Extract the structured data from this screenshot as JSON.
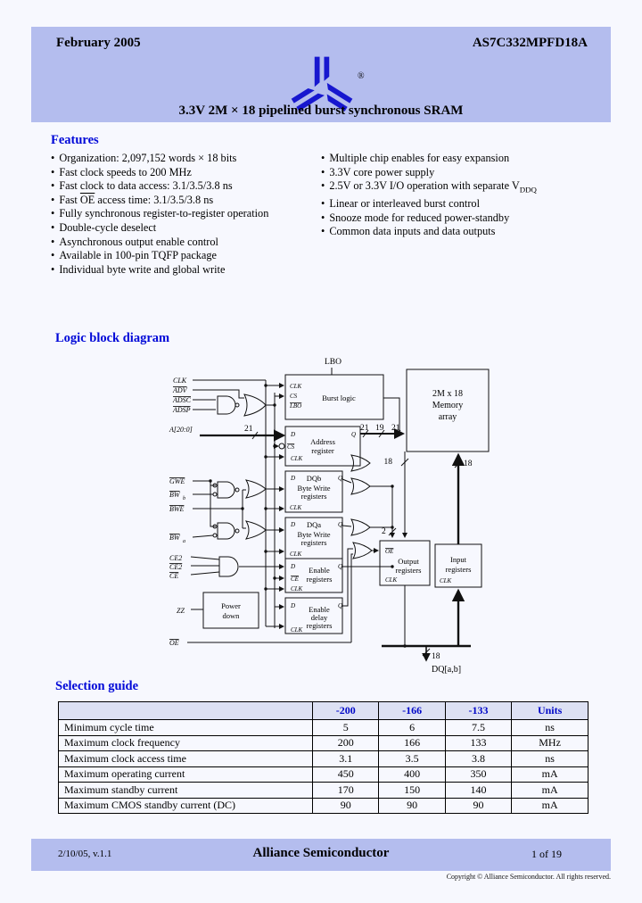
{
  "header": {
    "date": "February 2005",
    "part_number": "AS7C332MPFD18A",
    "reg_mark": "®",
    "subtitle": "3.3V 2M × 18 pipelined burst synchronous SRAM"
  },
  "features": {
    "title": "Features",
    "bullet_char": "•",
    "left": [
      [
        {
          "t": "Organization: 2,097,152 words × 18 bits"
        }
      ],
      [
        {
          "t": "Fast clock speeds to 200 MHz"
        }
      ],
      [
        {
          "t": "Fast clock to data access: 3.1/3.5/3.8 ns"
        }
      ],
      [
        {
          "t": "Fast "
        },
        {
          "t": "OE",
          "overline": true
        },
        {
          "t": " access time: 3.1/3.5/3.8 ns"
        }
      ],
      [
        {
          "t": "Fully synchronous register-to-register operation"
        }
      ],
      [
        {
          "t": "Double-cycle deselect"
        }
      ],
      [
        {
          "t": "Asynchronous output enable control"
        }
      ],
      [
        {
          "t": "Available in 100-pin TQFP package"
        }
      ],
      [
        {
          "t": "Individual byte write and global write"
        }
      ]
    ],
    "right": [
      [
        {
          "t": "Multiple chip enables for easy expansion"
        }
      ],
      [
        {
          "t": "3.3V core power supply"
        }
      ],
      [
        {
          "t": "2.5V or 3.3V I/O operation with separate V"
        },
        {
          "t": "DDQ",
          "sub": true
        }
      ],
      [
        {
          "t": "Linear or interleaved burst control"
        }
      ],
      [
        {
          "t": "Snooze mode for reduced power-standby"
        }
      ],
      [
        {
          "t": "Common data inputs and data outputs"
        }
      ]
    ]
  },
  "diagram": {
    "title": "Logic block diagram",
    "labels": {
      "lbo": "LBO",
      "clk": "CLK",
      "adv": "ADV",
      "adsc": "ADSC",
      "adsp": "ADSP",
      "a_bus": "A[20:0]",
      "n21": "21",
      "n19": "19",
      "n18": "18",
      "n2": "2",
      "burst_title": "Burst logic",
      "cs": "CS",
      "mem1": "2M x 18",
      "mem2": "Memory",
      "mem3": "array",
      "d": "D",
      "q": "Q",
      "addr1": "Address",
      "addr2": "register",
      "gwe": "GWE",
      "bw": "BW",
      "sub_b": "b",
      "sub_a": "a",
      "bwe": "BWE",
      "dqb": "DQb",
      "dqa": "DQa",
      "byte_write": "Byte Write",
      "registers": "registers",
      "ce2": "CE2",
      "ce": "CE",
      "enable": "Enable",
      "delay": "delay",
      "zz": "ZZ",
      "power1": "Power",
      "power2": "down",
      "oe": "OE",
      "out1": "Output",
      "in1": "Input",
      "dq": "DQ[a,b]"
    }
  },
  "selection_guide": {
    "title": "Selection guide",
    "columns": [
      "",
      "-200",
      "-166",
      "-133",
      "Units"
    ],
    "rows": [
      {
        "label": "Minimum cycle time",
        "values": [
          "5",
          "6",
          "7.5"
        ],
        "unit": "ns"
      },
      {
        "label": "Maximum clock frequency",
        "values": [
          "200",
          "166",
          "133"
        ],
        "unit": "MHz"
      },
      {
        "label": "Maximum clock access time",
        "values": [
          "3.1",
          "3.5",
          "3.8"
        ],
        "unit": "ns"
      },
      {
        "label": "Maximum operating current",
        "values": [
          "450",
          "400",
          "350"
        ],
        "unit": "mA"
      },
      {
        "label": "Maximum standby current",
        "values": [
          "170",
          "150",
          "140"
        ],
        "unit": "mA"
      },
      {
        "label": "Maximum CMOS standby current (DC)",
        "values": [
          "90",
          "90",
          "90"
        ],
        "unit": "mA"
      }
    ]
  },
  "footer": {
    "left": "2/10/05, v.1.1",
    "center": "Alliance Semiconductor",
    "right": "1 of 19",
    "copyright": "Copyright © Alliance Semiconductor. All rights reserved."
  }
}
